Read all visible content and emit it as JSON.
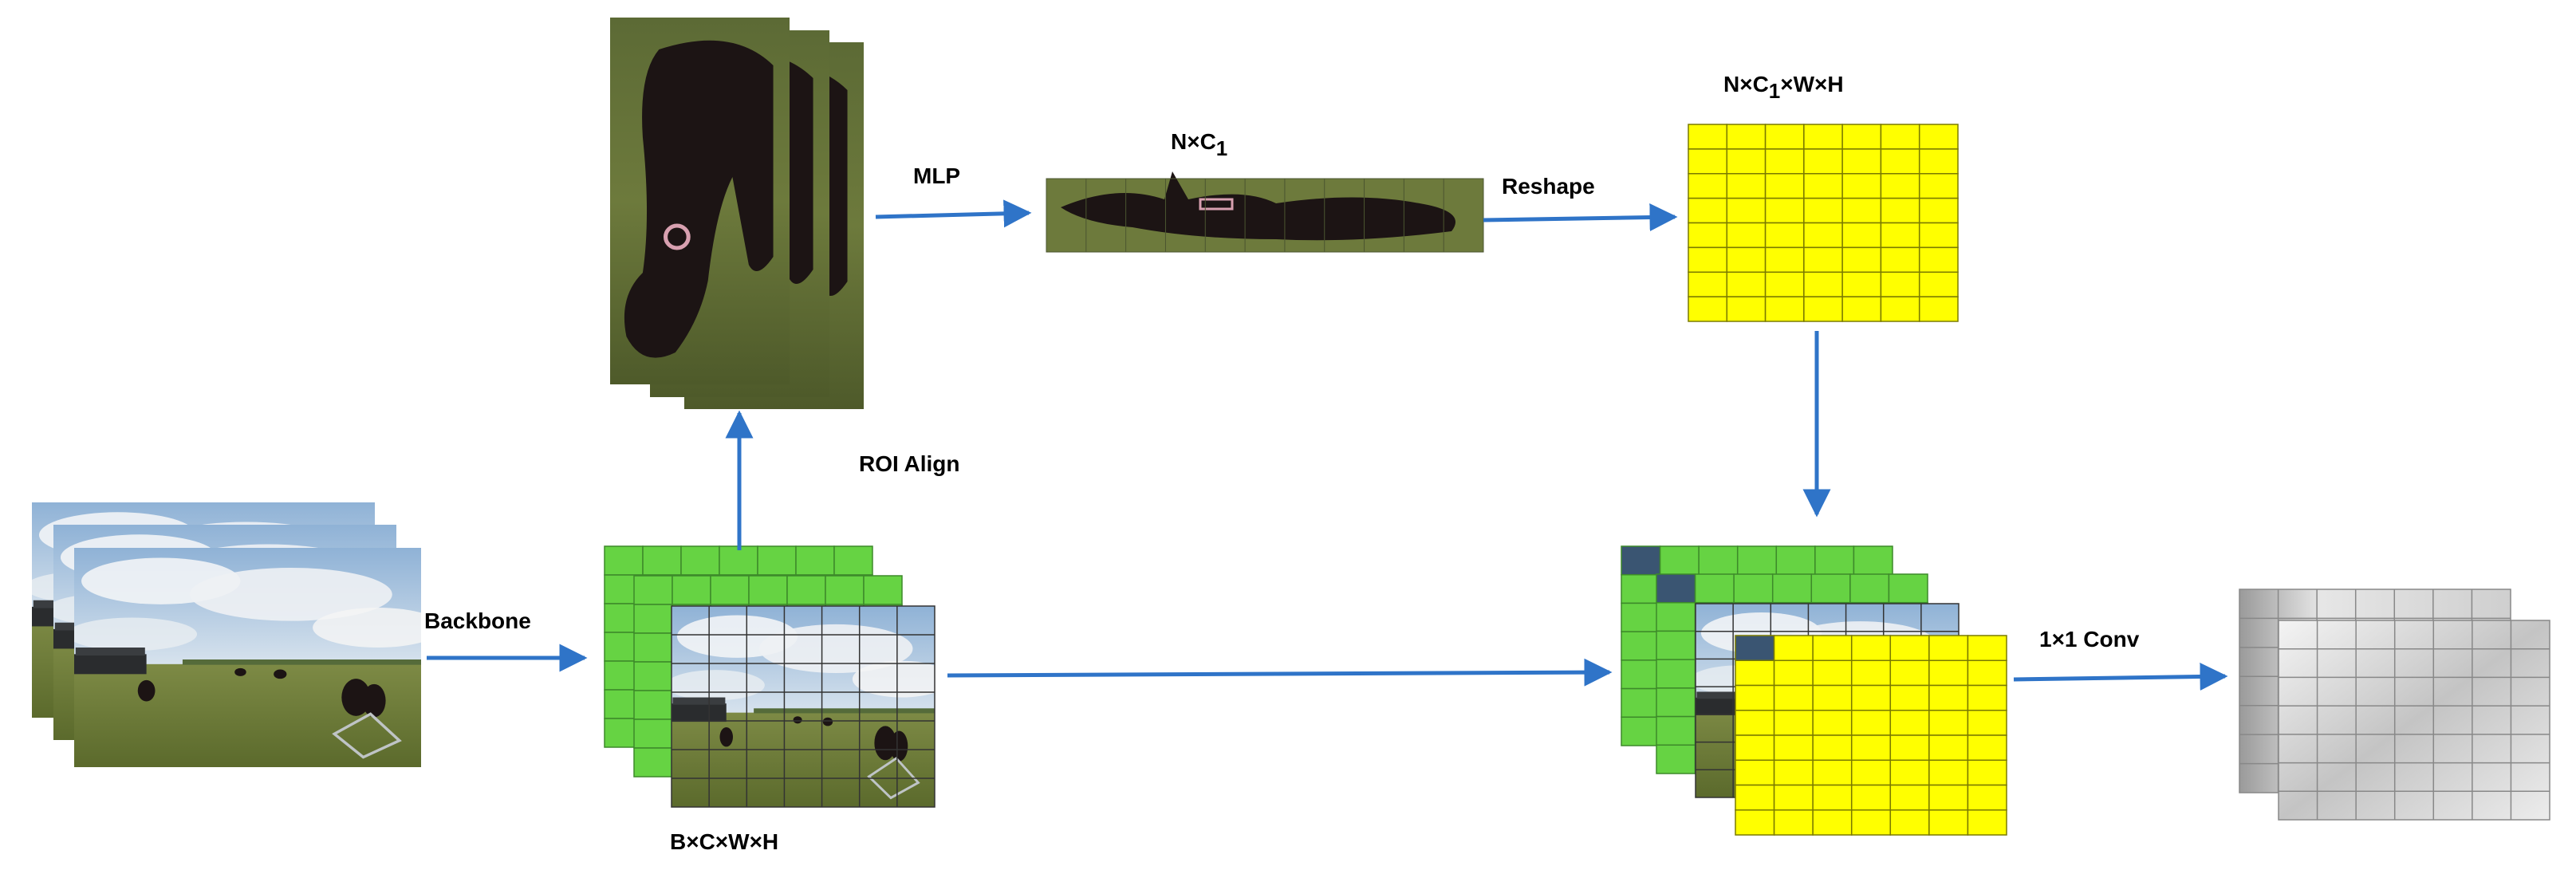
{
  "labels": {
    "backbone": "Backbone",
    "roi_align": "ROI  Align",
    "mlp": "MLP",
    "reshape": "Reshape",
    "conv": "1×1 Conv",
    "bcwh": "B×C×W×H",
    "nc1_main": "N×C",
    "nc1_sub": "1",
    "nc1wh_pre": "N×C",
    "nc1wh_sub": "1",
    "nc1wh_post": "×W×H"
  },
  "colors": {
    "arrow": "#2f74c8",
    "green": "#66d343",
    "yellow": "#ffff00",
    "dark_cell": "#3a5572",
    "grid_line": "#2a2a2a",
    "sky": "#a9c4dc",
    "grass": "#6f7a3a",
    "cow": "#1c1414"
  },
  "icons": [
    "field-photo-image",
    "cow-crop-image",
    "gray-feature-map"
  ]
}
